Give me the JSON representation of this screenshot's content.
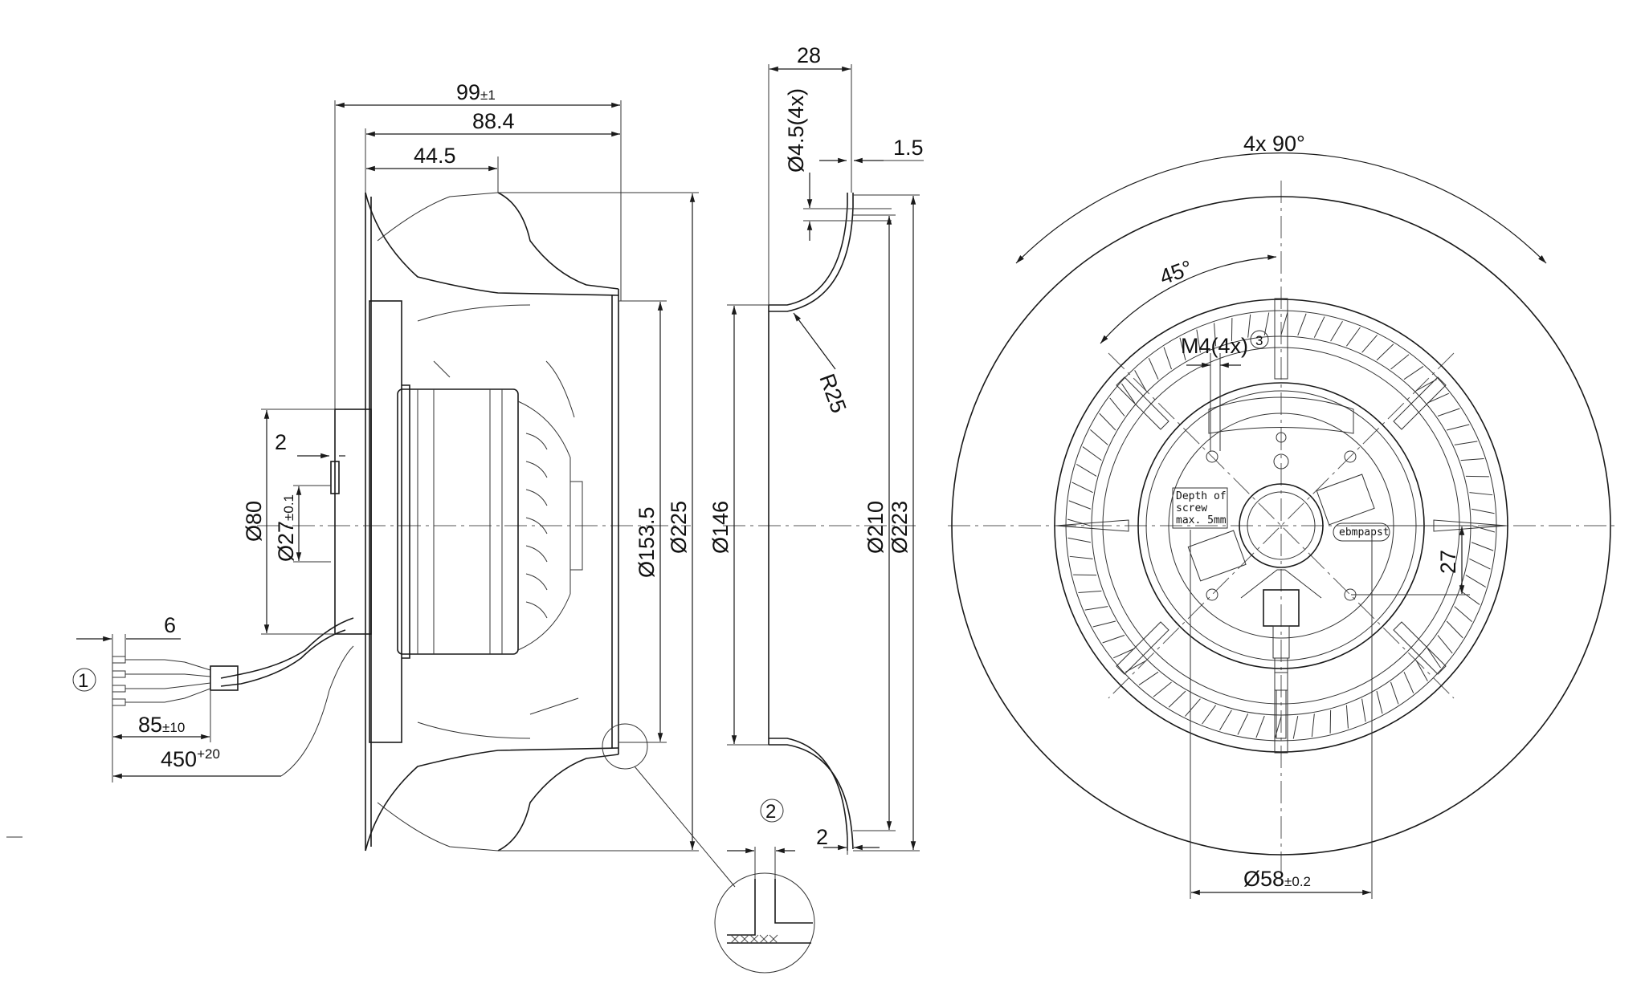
{
  "side_view": {
    "dim_overall_length": {
      "value": "99",
      "tol": "±1"
    },
    "dim_88_4": "88.4",
    "dim_44_5": "44.5",
    "dim_2_shaft": "2",
    "dia_80": "Ø80",
    "dia_27": {
      "value": "Ø27",
      "tol": "±0.1"
    },
    "dia_153_5": "Ø153.5",
    "dia_225": "Ø225",
    "cable_6": "6",
    "cable_85": {
      "value": "85",
      "tol": "±10"
    },
    "cable_450": {
      "value": "450",
      "tol": "+20"
    },
    "callout_1": "1"
  },
  "inlet_ring": {
    "dim_28": "28",
    "dim_1_5": "1.5",
    "hole_dia": "Ø4.5(4x)",
    "radius": "R25",
    "dia_146": "Ø146",
    "dia_210": "Ø210",
    "dia_223": "Ø223",
    "dim_2_bottom": "2",
    "callout_2": "2"
  },
  "front_view": {
    "angle_4x90": "4x 90°",
    "angle_45": "45°",
    "thread": "M4(4x)",
    "callout_3": "3",
    "note_lines": [
      "Depth of",
      "screw",
      "max. 5mm"
    ],
    "brand": "ebmpapst",
    "dim_27": "27",
    "dia_58": {
      "value": "Ø58",
      "tol": "±0.2"
    }
  },
  "colors": {
    "line": "#1a1a1a",
    "background": "#ffffff"
  }
}
